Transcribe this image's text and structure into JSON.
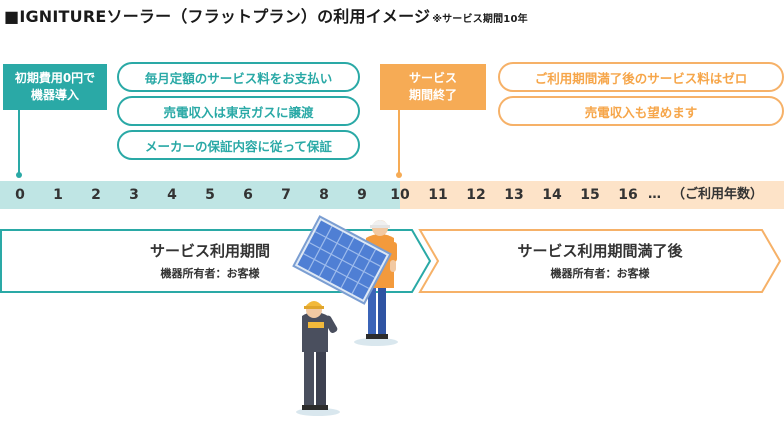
{
  "title": {
    "main": "■IGNITUREソーラー（フラットプラン）の利用イメージ",
    "note": "※サービス期間10年"
  },
  "start_box": {
    "line1": "初期費用0円で",
    "line2": "機器導入"
  },
  "service_pills": [
    "毎月定額のサービス料をお支払い",
    "売電収入は東京ガスに譲渡",
    "メーカーの保証内容に従って保証"
  ],
  "end_box": {
    "line1": "サービス",
    "line2": "期間終了"
  },
  "after_pills": [
    "ご利用期間満了後のサービス料はゼロ",
    "売電収入も望めます"
  ],
  "timeline": {
    "ticks": [
      "0",
      "1",
      "2",
      "3",
      "4",
      "5",
      "6",
      "7",
      "8",
      "9",
      "10",
      "11",
      "12",
      "13",
      "14",
      "15",
      "16"
    ],
    "ellipsis": "…",
    "unit_note": "（ご利用年数）",
    "service_years": 10
  },
  "arrow_during": {
    "label": "サービス利用期間",
    "owner": "機器所有者：お客様"
  },
  "arrow_after": {
    "label": "サービス利用期間満了後",
    "owner": "機器所有者：お客様"
  },
  "colors": {
    "teal": "#2aa9a6",
    "teal_light": "#bfe5e4",
    "orange": "#f6ab55",
    "orange_light": "#fde3c8"
  },
  "illustration": {
    "icon": "workers-carrying-solar-panel"
  }
}
